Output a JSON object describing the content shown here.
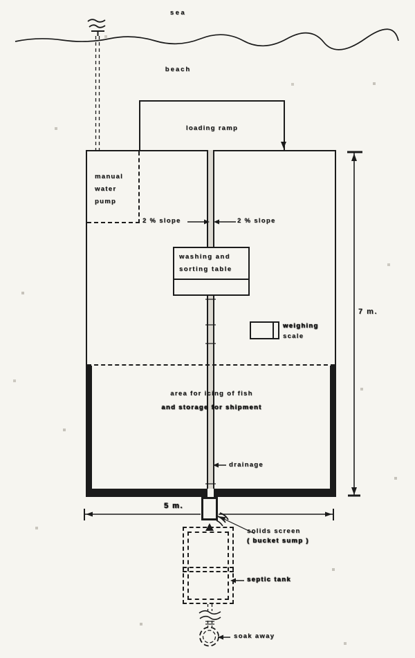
{
  "colors": {
    "ink": "#1b1b1b",
    "paper": "#f6f5f0",
    "channel_fill": "#dcd9d1"
  },
  "environment": {
    "sea": "sea",
    "beach": "beach"
  },
  "building": {
    "loading_ramp": "loading ramp",
    "manual_water_pump": [
      "manual",
      "water",
      "pump"
    ],
    "slope_left": "2 % slope",
    "slope_right": "2 % slope",
    "washing_table": [
      "washing and",
      "sorting table"
    ],
    "weighing_scale": [
      "weighing",
      "scale"
    ],
    "icing_area": [
      "area for icing of fish",
      "and storage for shipment"
    ],
    "drainage": "drainage"
  },
  "dimensions": {
    "building_height": "7 m.",
    "building_width": "5 m."
  },
  "waste_system": {
    "solids_screen": [
      "solids screen",
      "( bucket sump )"
    ],
    "septic_tank": "septic tank",
    "soakaway": "soak away"
  }
}
